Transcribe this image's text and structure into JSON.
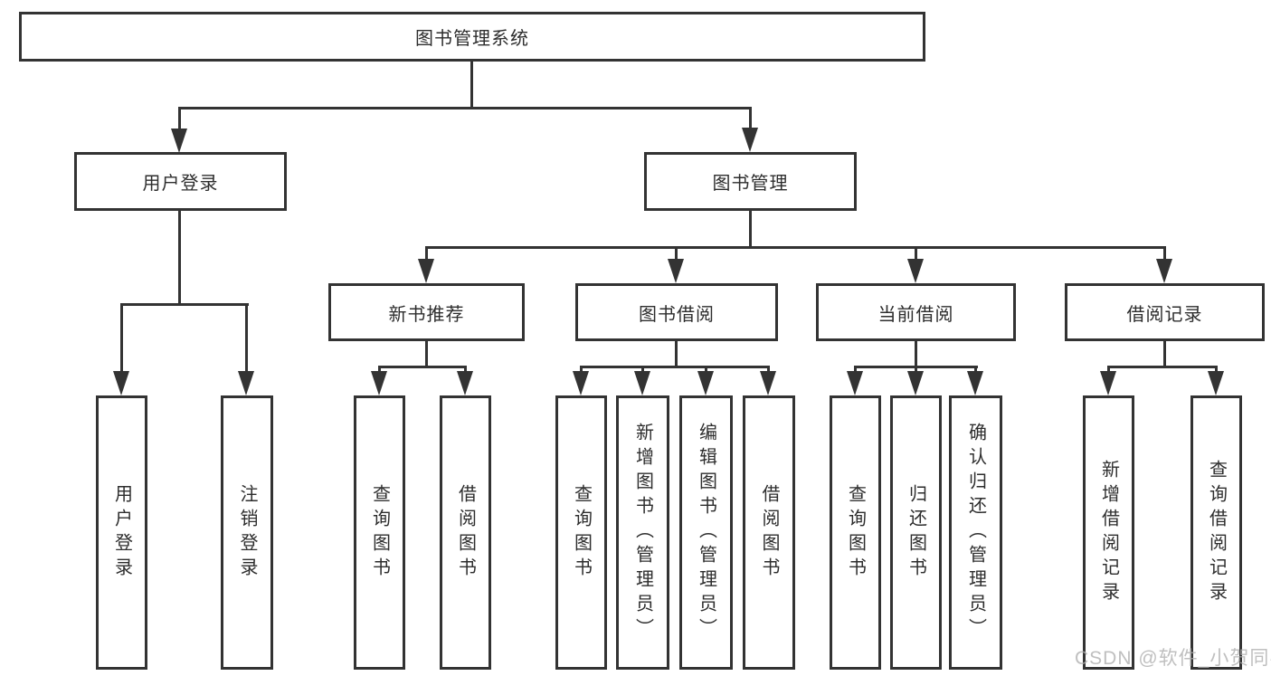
{
  "diagram": {
    "type": "tree-structure-diagram",
    "watermark": "CSDN @软件_小贺同学",
    "colors": {
      "background": "#ffffff",
      "line": "#333333",
      "text": "#2d2d2d",
      "watermark": "#afafaf"
    }
  },
  "tree": {
    "label": "图书管理系统",
    "children": [
      {
        "label": "用户登录",
        "children": [
          {
            "label": "用户登录"
          },
          {
            "label": "注销登录"
          }
        ]
      },
      {
        "label": "图书管理",
        "children": [
          {
            "label": "新书推荐",
            "children": [
              {
                "label": "查询图书"
              },
              {
                "label": "借阅图书"
              }
            ]
          },
          {
            "label": "图书借阅",
            "children": [
              {
                "label": "查询图书"
              },
              {
                "label": "新增图书（管理员）"
              },
              {
                "label": "编辑图书（管理员）"
              },
              {
                "label": "借阅图书"
              }
            ]
          },
          {
            "label": "当前借阅",
            "children": [
              {
                "label": "查询图书"
              },
              {
                "label": "归还图书"
              },
              {
                "label": "确认归还（管理员）"
              }
            ]
          },
          {
            "label": "借阅记录",
            "children": [
              {
                "label": "新增借阅记录"
              },
              {
                "label": "查询借阅记录"
              }
            ]
          }
        ]
      }
    ]
  }
}
